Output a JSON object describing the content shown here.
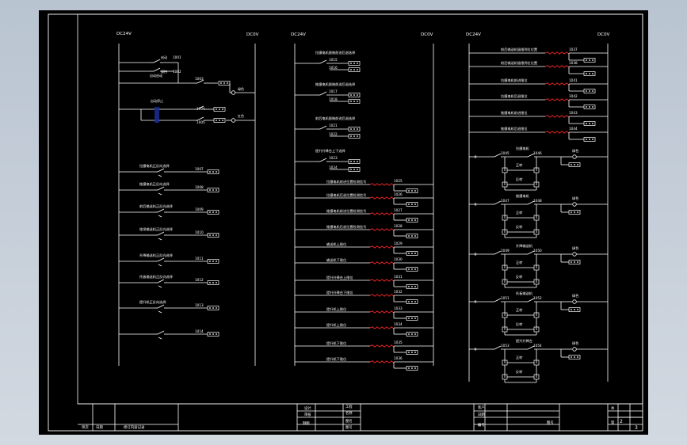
{
  "colors": {
    "background": "#000000",
    "line": "#ffffff",
    "contact": "#ff2a2a",
    "text": "#ffffff"
  },
  "columns": [
    {
      "left_rail": "DC24V",
      "right_rail": "DC0V"
    },
    {
      "left_rail": "DC24V",
      "right_rail": "DC0V"
    },
    {
      "left_rail": "DC24V",
      "right_rail": "DC0V"
    }
  ],
  "col1": {
    "start_row": {
      "top_label": "启动",
      "top_num": "1001",
      "bottom_label": "保持",
      "bottom_num": "1002",
      "row2_label": "自动启动",
      "row2_num": "1003",
      "lamp_label": "绿色"
    },
    "row4": {
      "label": "自动停止",
      "num": "1004"
    },
    "row5": {
      "num": "1005",
      "lamp_label": "红色"
    },
    "rows": [
      {
        "label": "拉膜电机正反向选择",
        "num": "1007"
      },
      {
        "label": "推膜电机正反向选择",
        "num": "1008"
      },
      {
        "label": "前后输送机正反向选择",
        "num": "1009"
      },
      {
        "label": "堆垛输送机正反向选择",
        "num": "1010"
      },
      {
        "label": "升降输送机正反向选择",
        "num": "1011"
      },
      {
        "label": "托板输送机正反向选择",
        "num": "1012"
      },
      {
        "label": "提升机正反向选择",
        "num": "1013"
      },
      {
        "label": "",
        "num": "1014"
      }
    ]
  },
  "col2": {
    "pairs": [
      {
        "label": "拉膜电机限制前进后退选择",
        "n1": "1015",
        "n2": "1016"
      },
      {
        "label": "推膜电机限制前进后退选择",
        "n1": "1017",
        "n2": "1018"
      },
      {
        "label": "前后电机限制前进后退选择",
        "n1": "1021",
        "n2": "1022"
      },
      {
        "label": "提升升降台上下选择",
        "n1": "1023",
        "n2": "1024"
      }
    ],
    "rows": [
      {
        "label": "拉膜电机前进位置检测信号",
        "num": "1025"
      },
      {
        "label": "拉膜电机后退位置检测信号",
        "num": "1026"
      },
      {
        "label": "推膜电机前进位置检测信号",
        "num": "1027"
      },
      {
        "label": "推膜电机后退位置检测信号",
        "num": "1028"
      },
      {
        "label": "输送机上限位",
        "num": "1029"
      },
      {
        "label": "输送机下限位",
        "num": "1030"
      },
      {
        "label": "提升升降台上限位",
        "num": "1031"
      },
      {
        "label": "提升升降台下限位",
        "num": "1032"
      },
      {
        "label": "提升机上限位",
        "num": "1033"
      },
      {
        "label": "提升机上限位",
        "num": "1034"
      },
      {
        "label": "提升机下限位",
        "num": "1035"
      },
      {
        "label": "提升机下限位",
        "num": "1036"
      }
    ]
  },
  "col3": {
    "rows": [
      {
        "label": "前后输送机极限到位位置",
        "num": "1037"
      },
      {
        "label": "前后输送机极限到位位置",
        "num": "1038"
      },
      {
        "label": "拉膜电机前进限位",
        "num": "1041"
      },
      {
        "label": "拉膜电机后退限位",
        "num": "1042"
      },
      {
        "label": "推膜电机前进限位",
        "num": "1043"
      },
      {
        "label": "推膜电机后退限位",
        "num": "1044"
      }
    ],
    "blocks": [
      {
        "title": "拉膜电机",
        "n1": "1045",
        "n2": "1046",
        "a": "正转",
        "b": "反转",
        "lamp": "绿色"
      },
      {
        "title": "推膜电机",
        "n1": "1047",
        "n2": "1048",
        "a": "正转",
        "b": "反转",
        "lamp": "绿色"
      },
      {
        "title": "升降输送机",
        "n1": "1049",
        "n2": "1050",
        "a": "正转",
        "b": "反转",
        "lamp": "绿色"
      },
      {
        "title": "托板输送机",
        "n1": "1051",
        "n2": "1052",
        "a": "正转",
        "b": "反转",
        "lamp": "绿色"
      },
      {
        "title": "提升升降台",
        "n1": "1053",
        "n2": "1054",
        "a": "正转",
        "b": "反转",
        "lamp": "绿色"
      }
    ]
  },
  "title_block": {
    "rev_header": [
      "项次",
      "日期",
      "修订内容记录"
    ],
    "c1": [
      "设计",
      "审核"
    ],
    "c1b": "制图",
    "c2": [
      "工程",
      "名称",
      "图名",
      "图号"
    ],
    "c3": [
      "客户",
      "日期",
      "编号"
    ],
    "c4": [
      "图号"
    ],
    "c5": [
      "共",
      "第"
    ],
    "sheet_total": "2",
    "sheet_no": "3"
  }
}
